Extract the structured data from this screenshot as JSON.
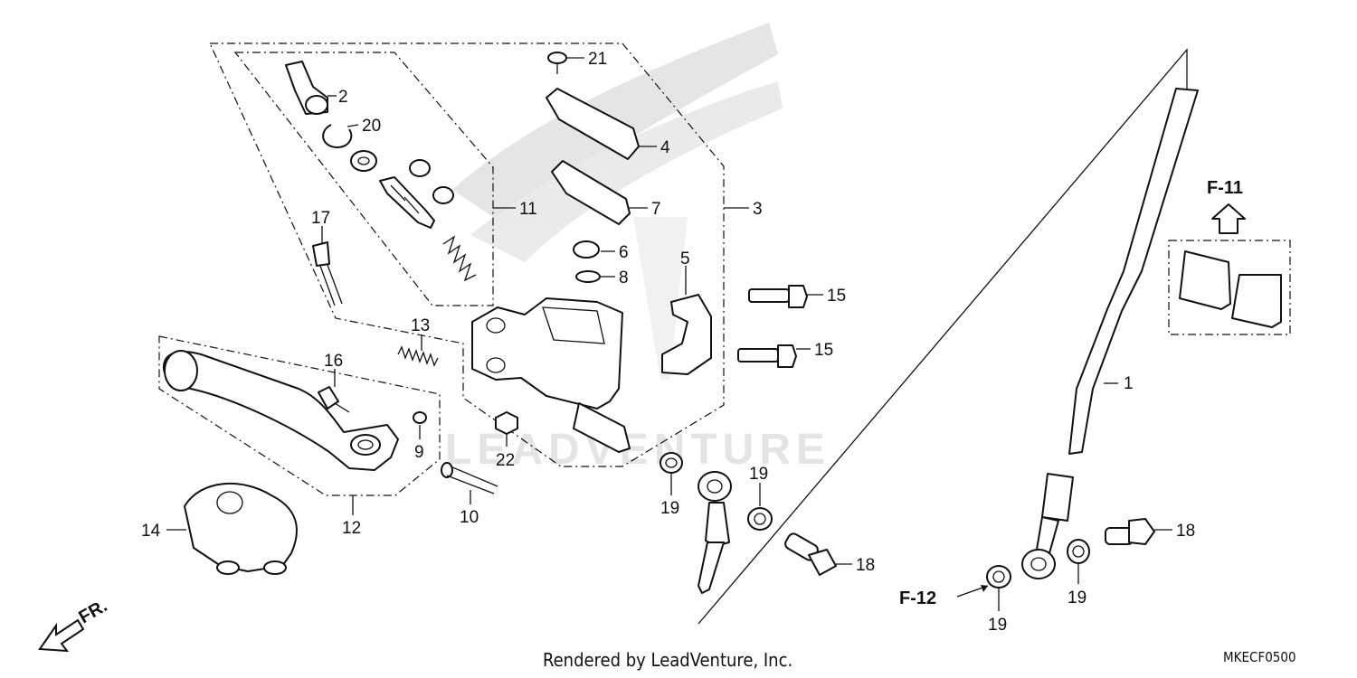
{
  "watermark": "LEADVENTURE",
  "callouts": [
    {
      "id": "c1",
      "text": "1"
    },
    {
      "id": "c2",
      "text": "2"
    },
    {
      "id": "c3",
      "text": "3"
    },
    {
      "id": "c4",
      "text": "4"
    },
    {
      "id": "c5",
      "text": "5"
    },
    {
      "id": "c6",
      "text": "6"
    },
    {
      "id": "c7",
      "text": "7"
    },
    {
      "id": "c8",
      "text": "8"
    },
    {
      "id": "c9",
      "text": "9"
    },
    {
      "id": "c10",
      "text": "10"
    },
    {
      "id": "c11",
      "text": "11"
    },
    {
      "id": "c12",
      "text": "12"
    },
    {
      "id": "c13",
      "text": "13"
    },
    {
      "id": "c14",
      "text": "14"
    },
    {
      "id": "c15a",
      "text": "15"
    },
    {
      "id": "c15b",
      "text": "15"
    },
    {
      "id": "c16",
      "text": "16"
    },
    {
      "id": "c17",
      "text": "17"
    },
    {
      "id": "c18a",
      "text": "18"
    },
    {
      "id": "c18b",
      "text": "18"
    },
    {
      "id": "c19a",
      "text": "19"
    },
    {
      "id": "c19b",
      "text": "19"
    },
    {
      "id": "c19c",
      "text": "19"
    },
    {
      "id": "c19d",
      "text": "19"
    },
    {
      "id": "c20",
      "text": "20"
    },
    {
      "id": "c21",
      "text": "21"
    },
    {
      "id": "c22",
      "text": "22"
    }
  ],
  "refs": {
    "f11": "F-11",
    "f12": "F-12",
    "front": "FR."
  },
  "footer": {
    "rendered_by": "Rendered by LeadVenture, Inc.",
    "drawing_code": "MKECF0500"
  }
}
